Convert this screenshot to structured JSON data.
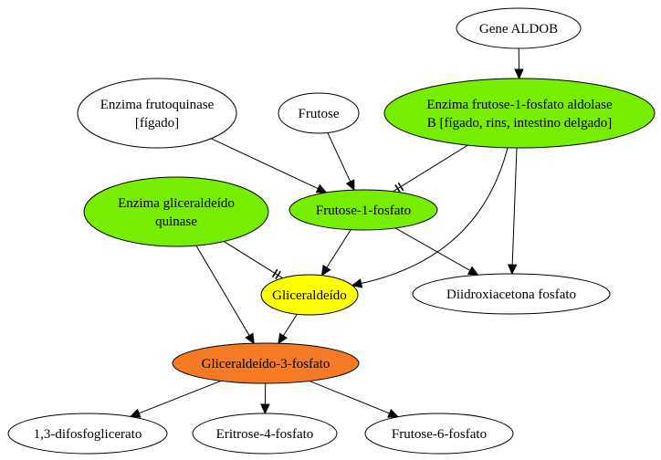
{
  "nodes": [
    {
      "id": "gene_aldob",
      "lines": [
        "Gene ALDOB"
      ],
      "color": "#ffffff"
    },
    {
      "id": "enzima_frutoquinase",
      "lines": [
        "Enzima frutoquinase",
        "[fígado]"
      ],
      "color": "#ffffff"
    },
    {
      "id": "frutose",
      "lines": [
        "Frutose"
      ],
      "color": "#ffffff"
    },
    {
      "id": "enzima_aldolase",
      "lines": [
        "Enzima frutose-1-fosfato aldolase",
        "B [fígado, rins, intestino delgado]"
      ],
      "color": "#77ee00"
    },
    {
      "id": "enzima_glic_quinase",
      "lines": [
        "Enzima gliceraldeído",
        "quinase"
      ],
      "color": "#77ee00"
    },
    {
      "id": "frutose_1_fosfato",
      "lines": [
        "Frutose-1-fosfato"
      ],
      "color": "#77ee00"
    },
    {
      "id": "gliceraldeido",
      "lines": [
        "Gliceraldeído"
      ],
      "color": "#ffff00"
    },
    {
      "id": "diidroxiacetona",
      "lines": [
        "Diidroxiacetona fosfato"
      ],
      "color": "#ffffff"
    },
    {
      "id": "glic_3_fosfato",
      "lines": [
        "Gliceraldeído-3-fosfato"
      ],
      "color": "#f57a24"
    },
    {
      "id": "difosfoglicerato",
      "lines": [
        "1,3-difosfoglicerato"
      ],
      "color": "#ffffff"
    },
    {
      "id": "eritrose",
      "lines": [
        "Eritrose-4-fosfato"
      ],
      "color": "#ffffff"
    },
    {
      "id": "frutose_6_fosfato",
      "lines": [
        "Frutose-6-fosfato"
      ],
      "color": "#ffffff"
    }
  ],
  "edges": [
    {
      "from": "gene_aldob",
      "to": "enzima_aldolase",
      "mark": "arrow"
    },
    {
      "from": "enzima_frutoquinase",
      "to": "frutose_1_fosfato",
      "mark": "arrow"
    },
    {
      "from": "frutose",
      "to": "frutose_1_fosfato",
      "mark": "arrow"
    },
    {
      "from": "enzima_aldolase",
      "to": "frutose_1_fosfato",
      "mark": "inhibit"
    },
    {
      "from": "enzima_aldolase",
      "to": "gliceraldeido",
      "mark": "arrow"
    },
    {
      "from": "enzima_aldolase",
      "to": "diidroxiacetona",
      "mark": "arrow"
    },
    {
      "from": "enzima_glic_quinase",
      "to": "gliceraldeido",
      "mark": "inhibit"
    },
    {
      "from": "enzima_glic_quinase",
      "to": "glic_3_fosfato",
      "mark": "arrow"
    },
    {
      "from": "frutose_1_fosfato",
      "to": "gliceraldeido",
      "mark": "arrow"
    },
    {
      "from": "frutose_1_fosfato",
      "to": "diidroxiacetona",
      "mark": "arrow"
    },
    {
      "from": "gliceraldeido",
      "to": "glic_3_fosfato",
      "mark": "arrow"
    },
    {
      "from": "glic_3_fosfato",
      "to": "difosfoglicerato",
      "mark": "arrow"
    },
    {
      "from": "glic_3_fosfato",
      "to": "eritrose",
      "mark": "arrow"
    },
    {
      "from": "glic_3_fosfato",
      "to": "frutose_6_fosfato",
      "mark": "arrow"
    }
  ]
}
